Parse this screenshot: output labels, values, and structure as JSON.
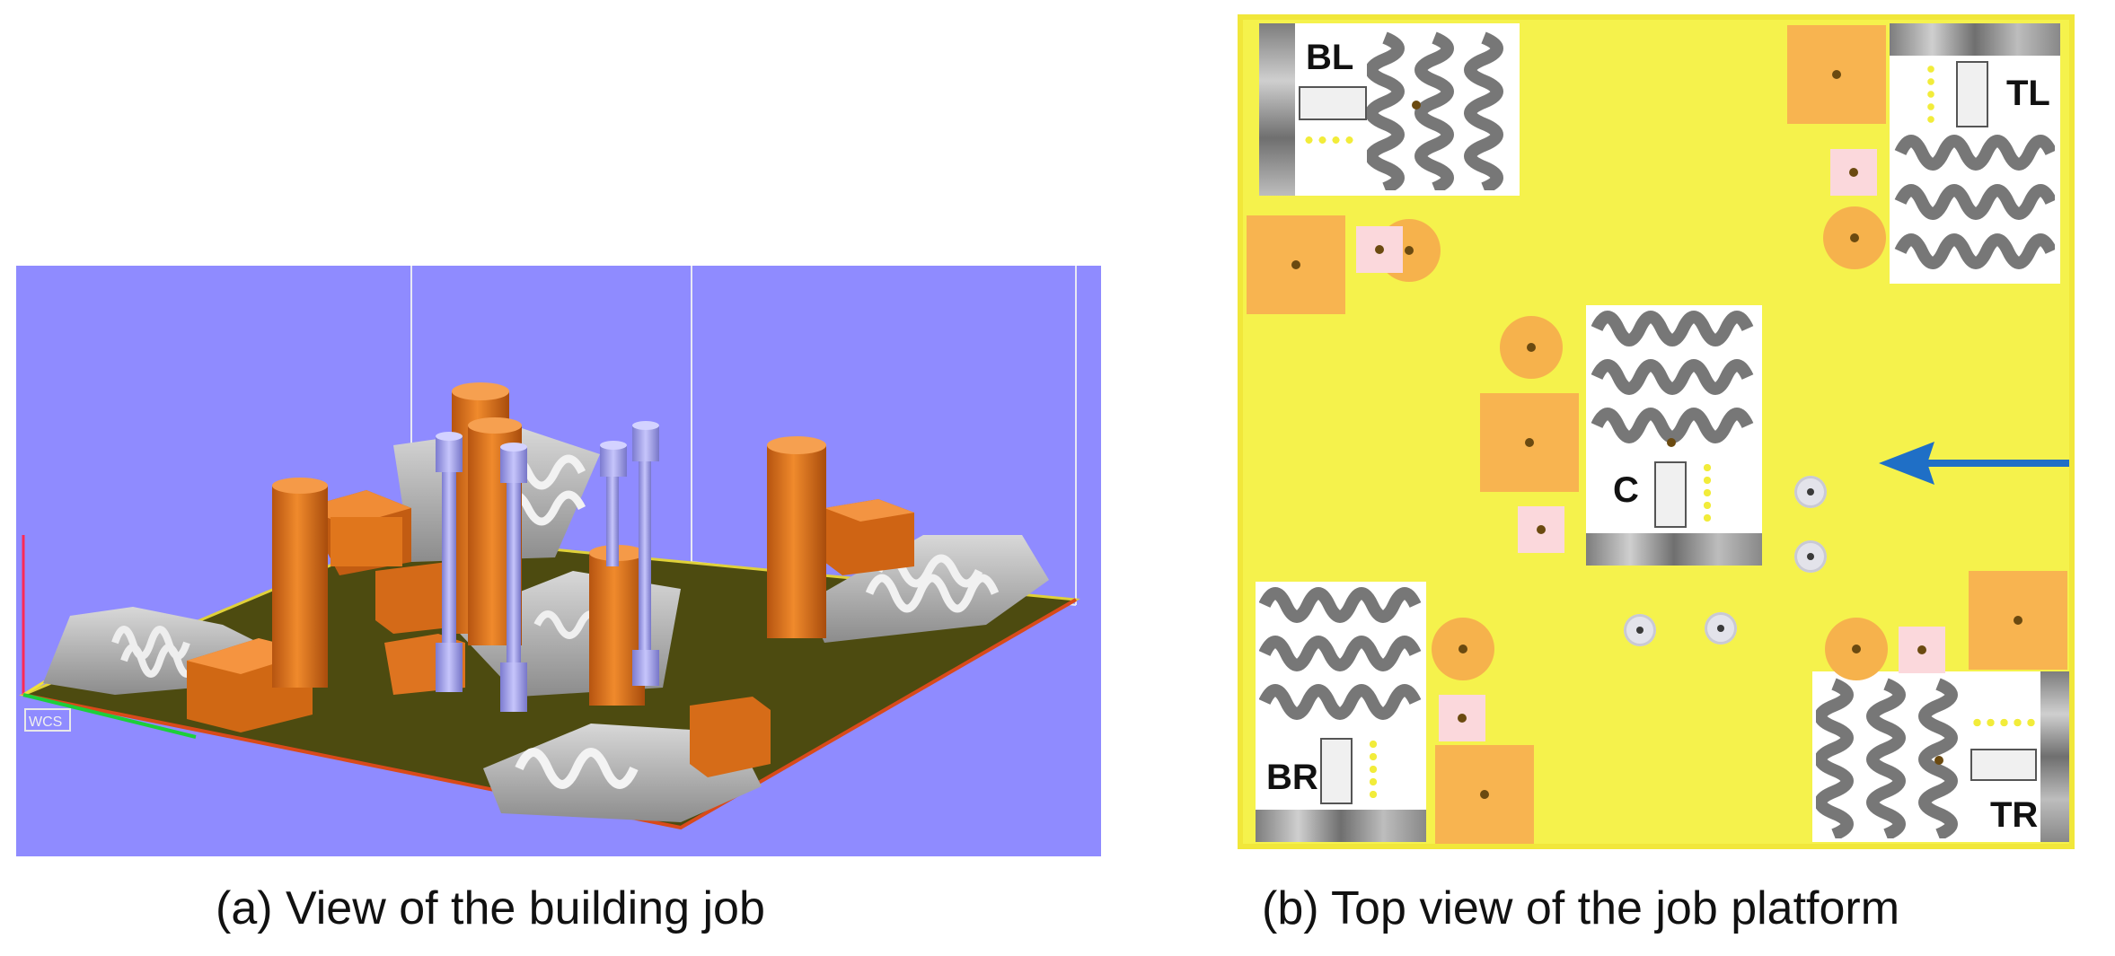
{
  "figure": {
    "panel_a": {
      "caption": "(a) View of the building job",
      "wcs_label": "WCS"
    },
    "panel_b": {
      "caption": "(b) Top view of the job platform",
      "labels": {
        "bl": "BL",
        "tl": "TL",
        "c": "C",
        "br": "BR",
        "tr": "TR"
      }
    }
  },
  "colors": {
    "viewport_bg": "#8f8bff",
    "platform": "#4d4b10",
    "orange_part": "#e0761c",
    "lilac_part": "#a6a5f2",
    "top_view_bg": "#f5f24c",
    "arrow": "#1f6fc6"
  }
}
